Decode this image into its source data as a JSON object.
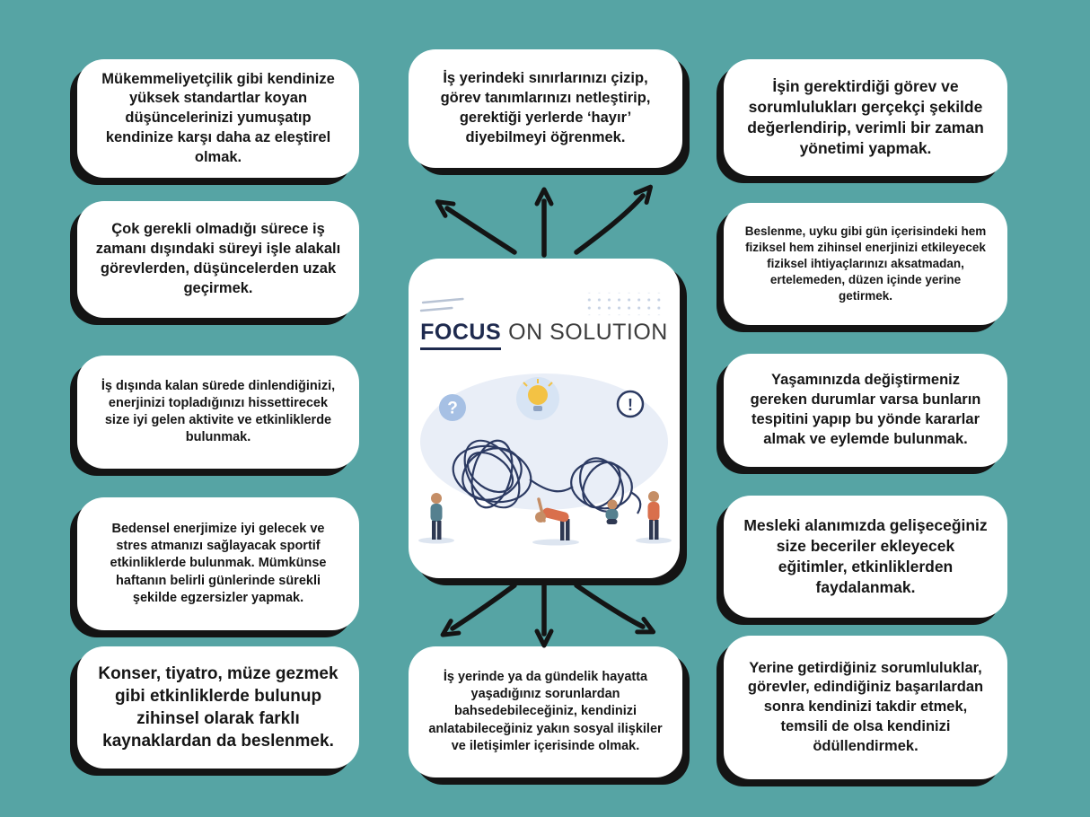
{
  "colors": {
    "background": "#56a4a4",
    "bubble_fill": "#ffffff",
    "bubble_shadow": "#141414",
    "title_navy": "#1e2a4e",
    "bulb_yellow": "#f3c244",
    "illustration_blue": "#a6c0e4",
    "arrow_black": "#141414"
  },
  "center": {
    "title_focus": "FOCUS",
    "title_rest": "ON SOLUTION"
  },
  "illustration": {
    "question_mark": "?",
    "exclamation": "!"
  },
  "bubbles": {
    "left": [
      "Mükemmeliyetçilik gibi kendinize yüksek standartlar koyan düşüncelerinizi yumuşatıp kendinize karşı daha az eleştirel olmak.",
      "Çok gerekli olmadığı sürece iş zamanı dışındaki süreyi işle alakalı görevlerden, düşüncelerden uzak geçirmek.",
      "İş dışında kalan sürede dinlendiğinizi, enerjinizi topladığınızı hissettirecek size iyi gelen aktivite ve etkinliklerde bulunmak.",
      "Bedensel enerjimize iyi gelecek ve stres atmanızı sağlayacak sportif etkinliklerde bulunmak. Mümkünse haftanın belirli günlerinde sürekli şekilde egzersizler yapmak.",
      "Konser, tiyatro, müze gezmek gibi etkinliklerde bulunup zihinsel olarak farklı kaynaklardan da beslenmek."
    ],
    "center_top": "İş yerindeki sınırlarınızı çizip, görev tanımlarınızı netleştirip, gerektiği yerlerde ‘hayır’ diyebilmeyi öğrenmek.",
    "center_bottom": "İş yerinde ya da gündelik hayatta yaşadığınız sorunlardan bahsedebileceğiniz, kendinizi anlatabileceğiniz yakın sosyal ilişkiler ve iletişimler içerisinde olmak.",
    "right": [
      "İşin gerektirdiği görev ve sorumlulukları gerçekçi şekilde değerlendirip, verimli bir zaman yönetimi yapmak.",
      "Beslenme, uyku gibi gün içerisindeki hem fiziksel hem zihinsel enerjinizi etkileyecek fiziksel ihtiyaçlarınızı aksatmadan, ertelemeden, düzen içinde yerine getirmek.",
      "Yaşamınızda değiştirmeniz gereken durumlar varsa bunların tespitini yapıp bu yönde kararlar almak ve eylemde bulunmak.",
      "Mesleki alanımızda gelişeceğiniz size beceriler ekleyecek eğitimler, etkinliklerden faydalanmak.",
      "Yerine getirdiğiniz sorumluluklar, görevler, edindiğiniz başarılardan sonra kendinizi takdir etmek, temsili de olsa kendinizi ödüllendirmek."
    ]
  }
}
